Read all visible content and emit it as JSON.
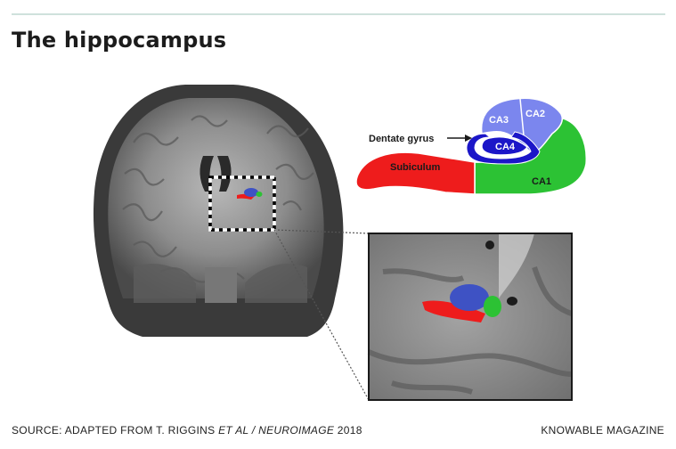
{
  "header": {
    "title": "The hippocampus"
  },
  "diagram": {
    "labels": {
      "ca3": "CA3",
      "ca2": "CA2",
      "ca4": "CA4",
      "ca1": "CA1",
      "subiculum": "Subiculum",
      "dentate_gyrus": "Dentate gyrus"
    },
    "colors": {
      "ca1": "#2cc234",
      "subiculum": "#ee1c1c",
      "ca4_dentate": "#1b16c8",
      "ca2_ca3": "#7b86ee",
      "blue_blob": "#3e52c4"
    }
  },
  "footer": {
    "source_prefix": "SOURCE: ADAPTED FROM T. RIGGINS ",
    "source_italic": "ET AL / NEUROIMAGE",
    "source_suffix": " 2018",
    "publisher": "KNOWABLE MAGAZINE"
  }
}
